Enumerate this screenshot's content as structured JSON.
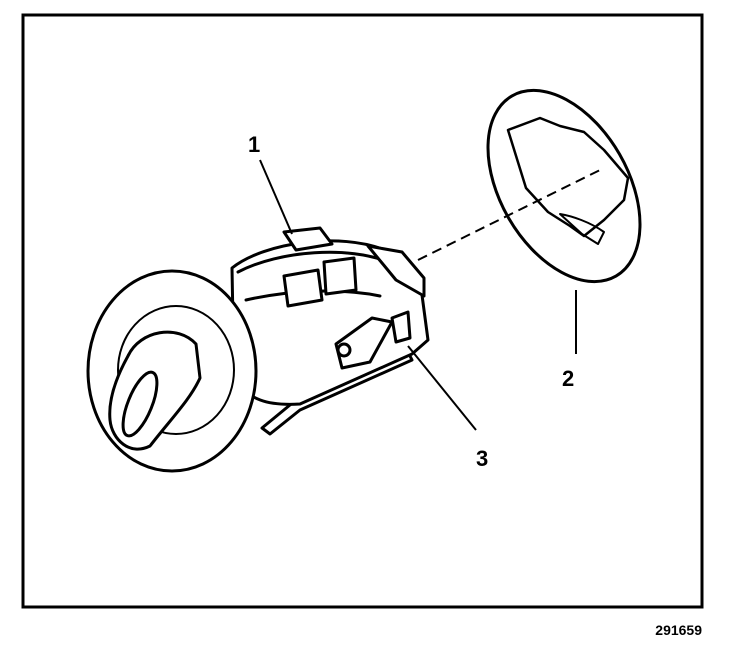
{
  "diagram": {
    "callouts": [
      {
        "id": "callout-1",
        "label": "1"
      },
      {
        "id": "callout-2",
        "label": "2"
      },
      {
        "id": "callout-3",
        "label": "3"
      }
    ],
    "figure_id": "291659"
  }
}
